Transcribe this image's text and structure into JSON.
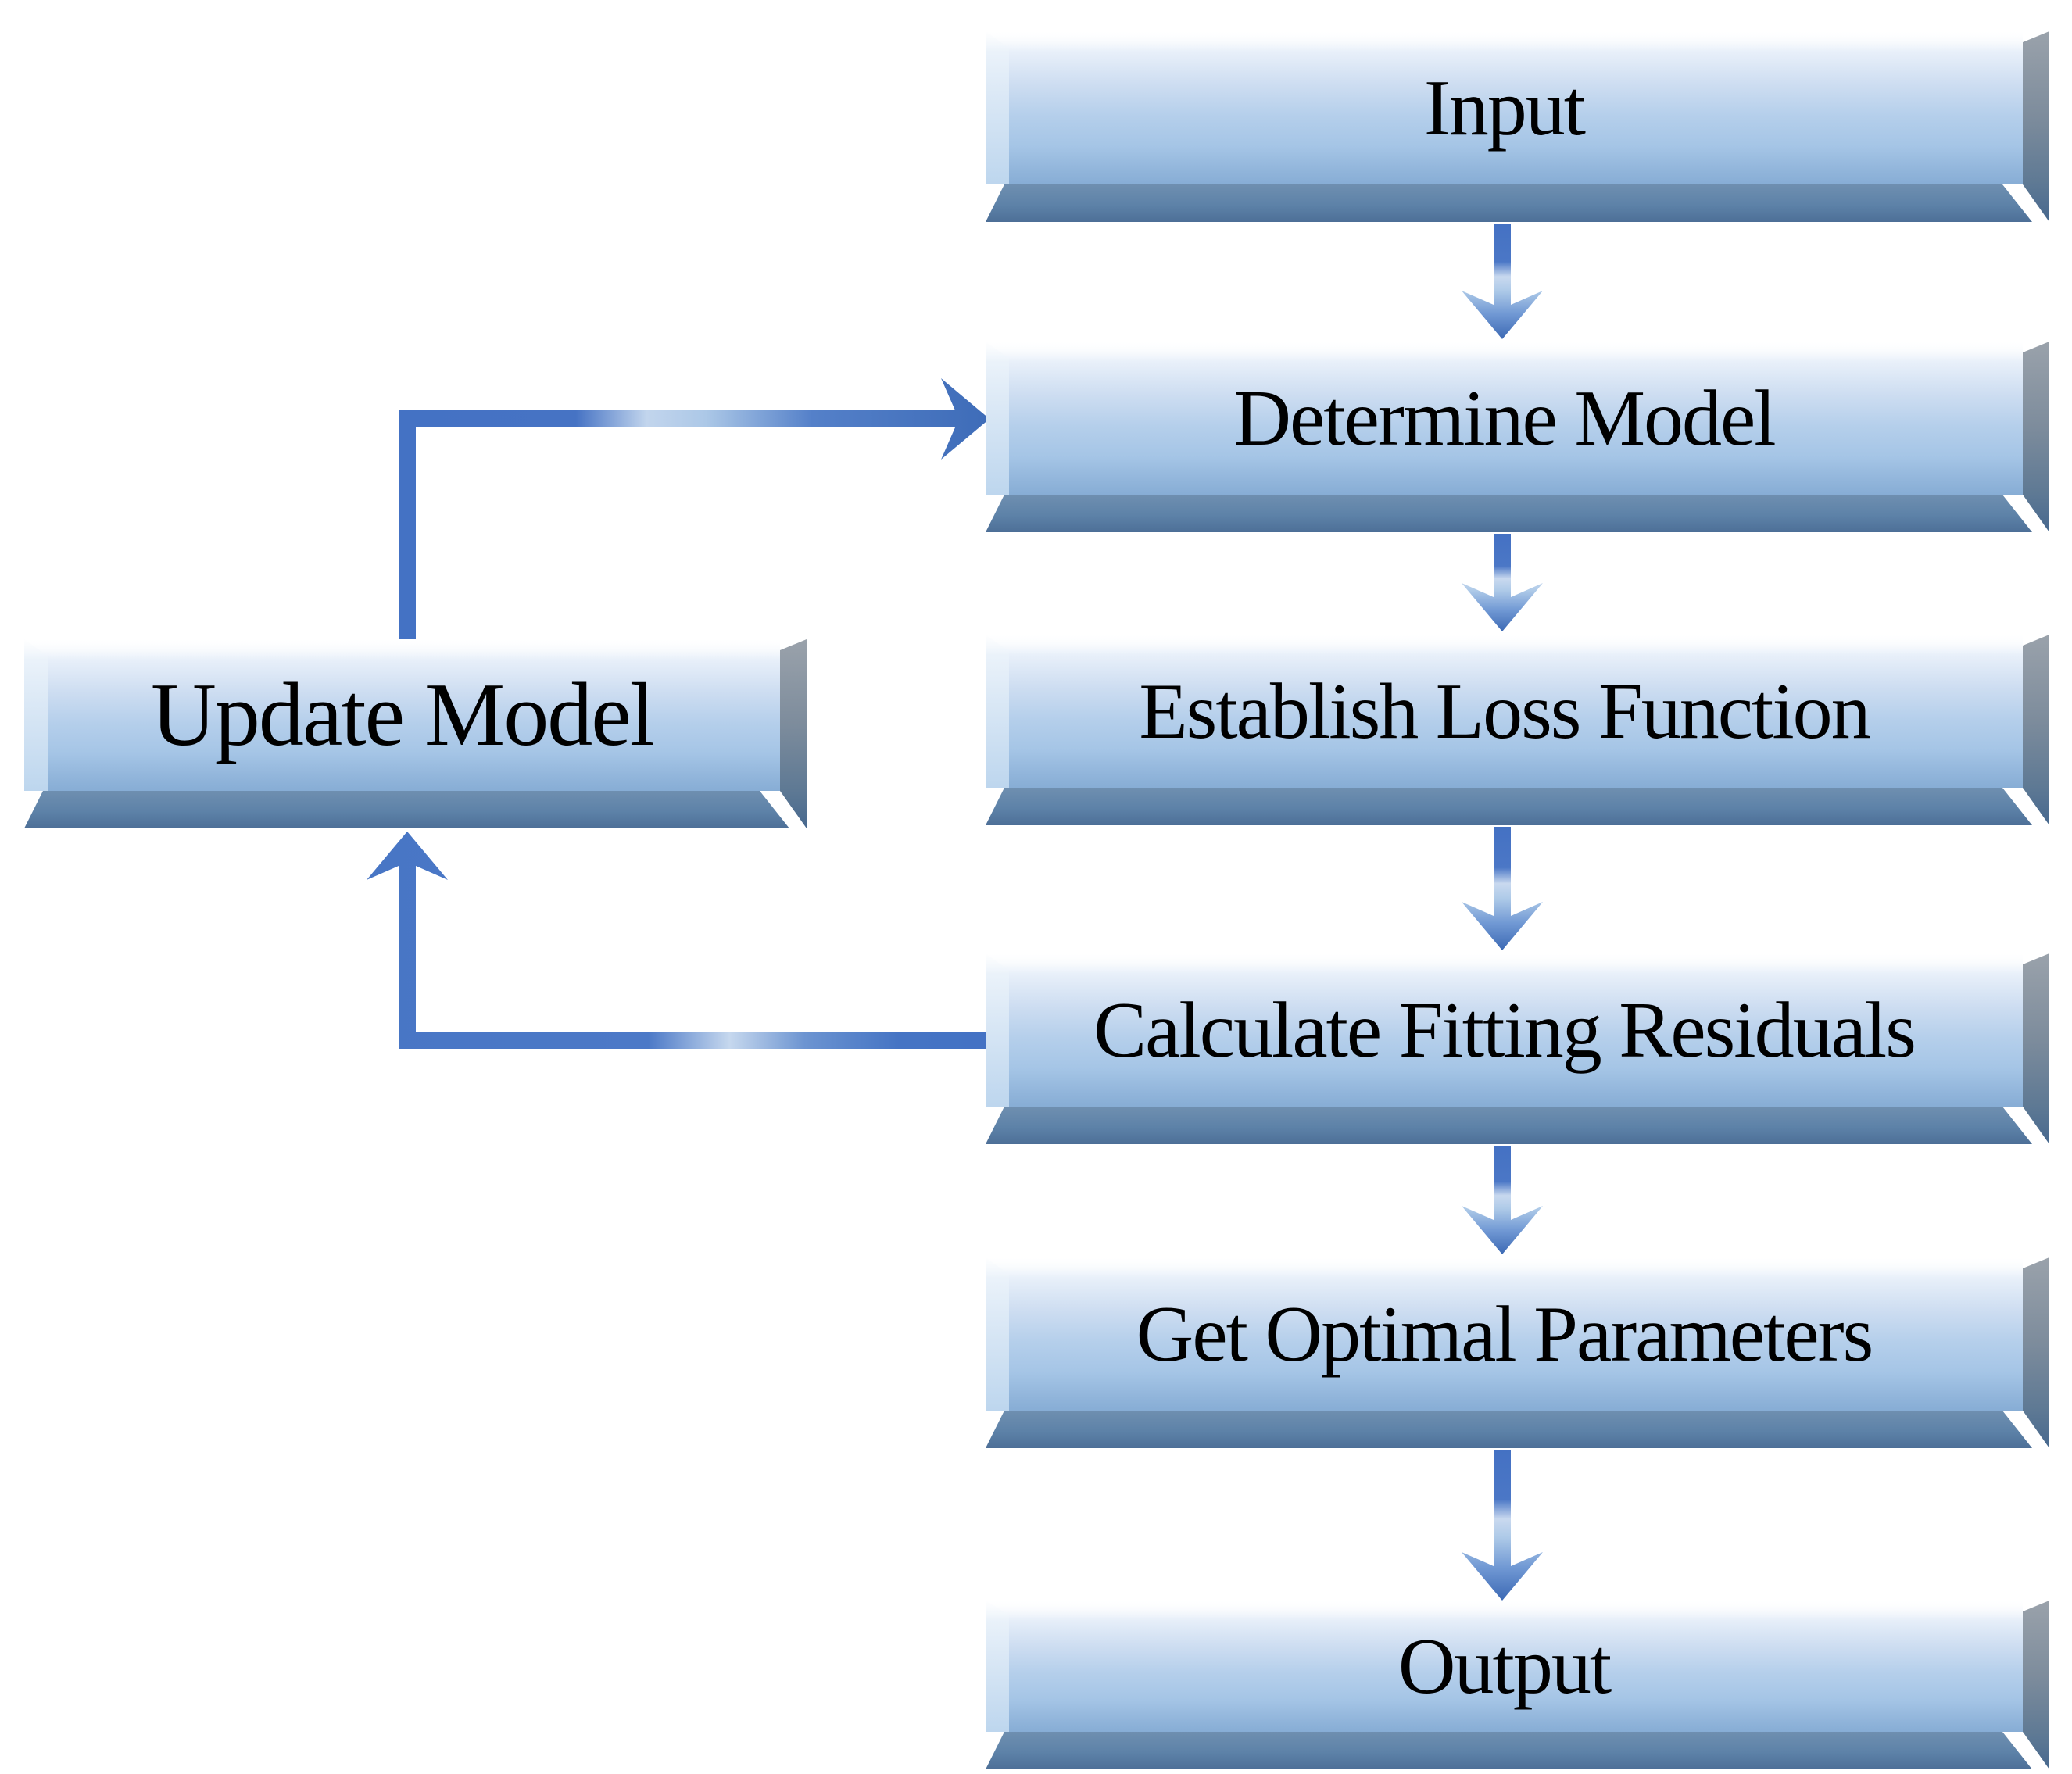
{
  "nodes": [
    {
      "id": "input",
      "label": "Input"
    },
    {
      "id": "determine-model",
      "label": "Determine Model"
    },
    {
      "id": "establish-loss-function",
      "label": "Establish Loss Function"
    },
    {
      "id": "calculate-fitting-residuals",
      "label": "Calculate Fitting Residuals"
    },
    {
      "id": "get-optimal-parameters",
      "label": "Get Optimal Parameters"
    },
    {
      "id": "output",
      "label": "Output"
    },
    {
      "id": "update-model",
      "label": "Update Model"
    }
  ],
  "edges": [
    {
      "from": "input",
      "to": "determine-model"
    },
    {
      "from": "determine-model",
      "to": "establish-loss-function"
    },
    {
      "from": "establish-loss-function",
      "to": "calculate-fitting-residuals"
    },
    {
      "from": "calculate-fitting-residuals",
      "to": "get-optimal-parameters"
    },
    {
      "from": "get-optimal-parameters",
      "to": "output"
    },
    {
      "from": "calculate-fitting-residuals",
      "to": "update-model"
    },
    {
      "from": "update-model",
      "to": "determine-model"
    }
  ],
  "colors": {
    "arrow_blue": "#4472C4",
    "arrow_light": "#C6D8EE",
    "box_face_top": "#FDFEFF",
    "box_face_bottom": "#87ADD5",
    "box_bevel_bottom": "#4D6F97",
    "box_bevel_right": "#5E7994",
    "text": "#000000",
    "background": "#FFFFFF"
  }
}
